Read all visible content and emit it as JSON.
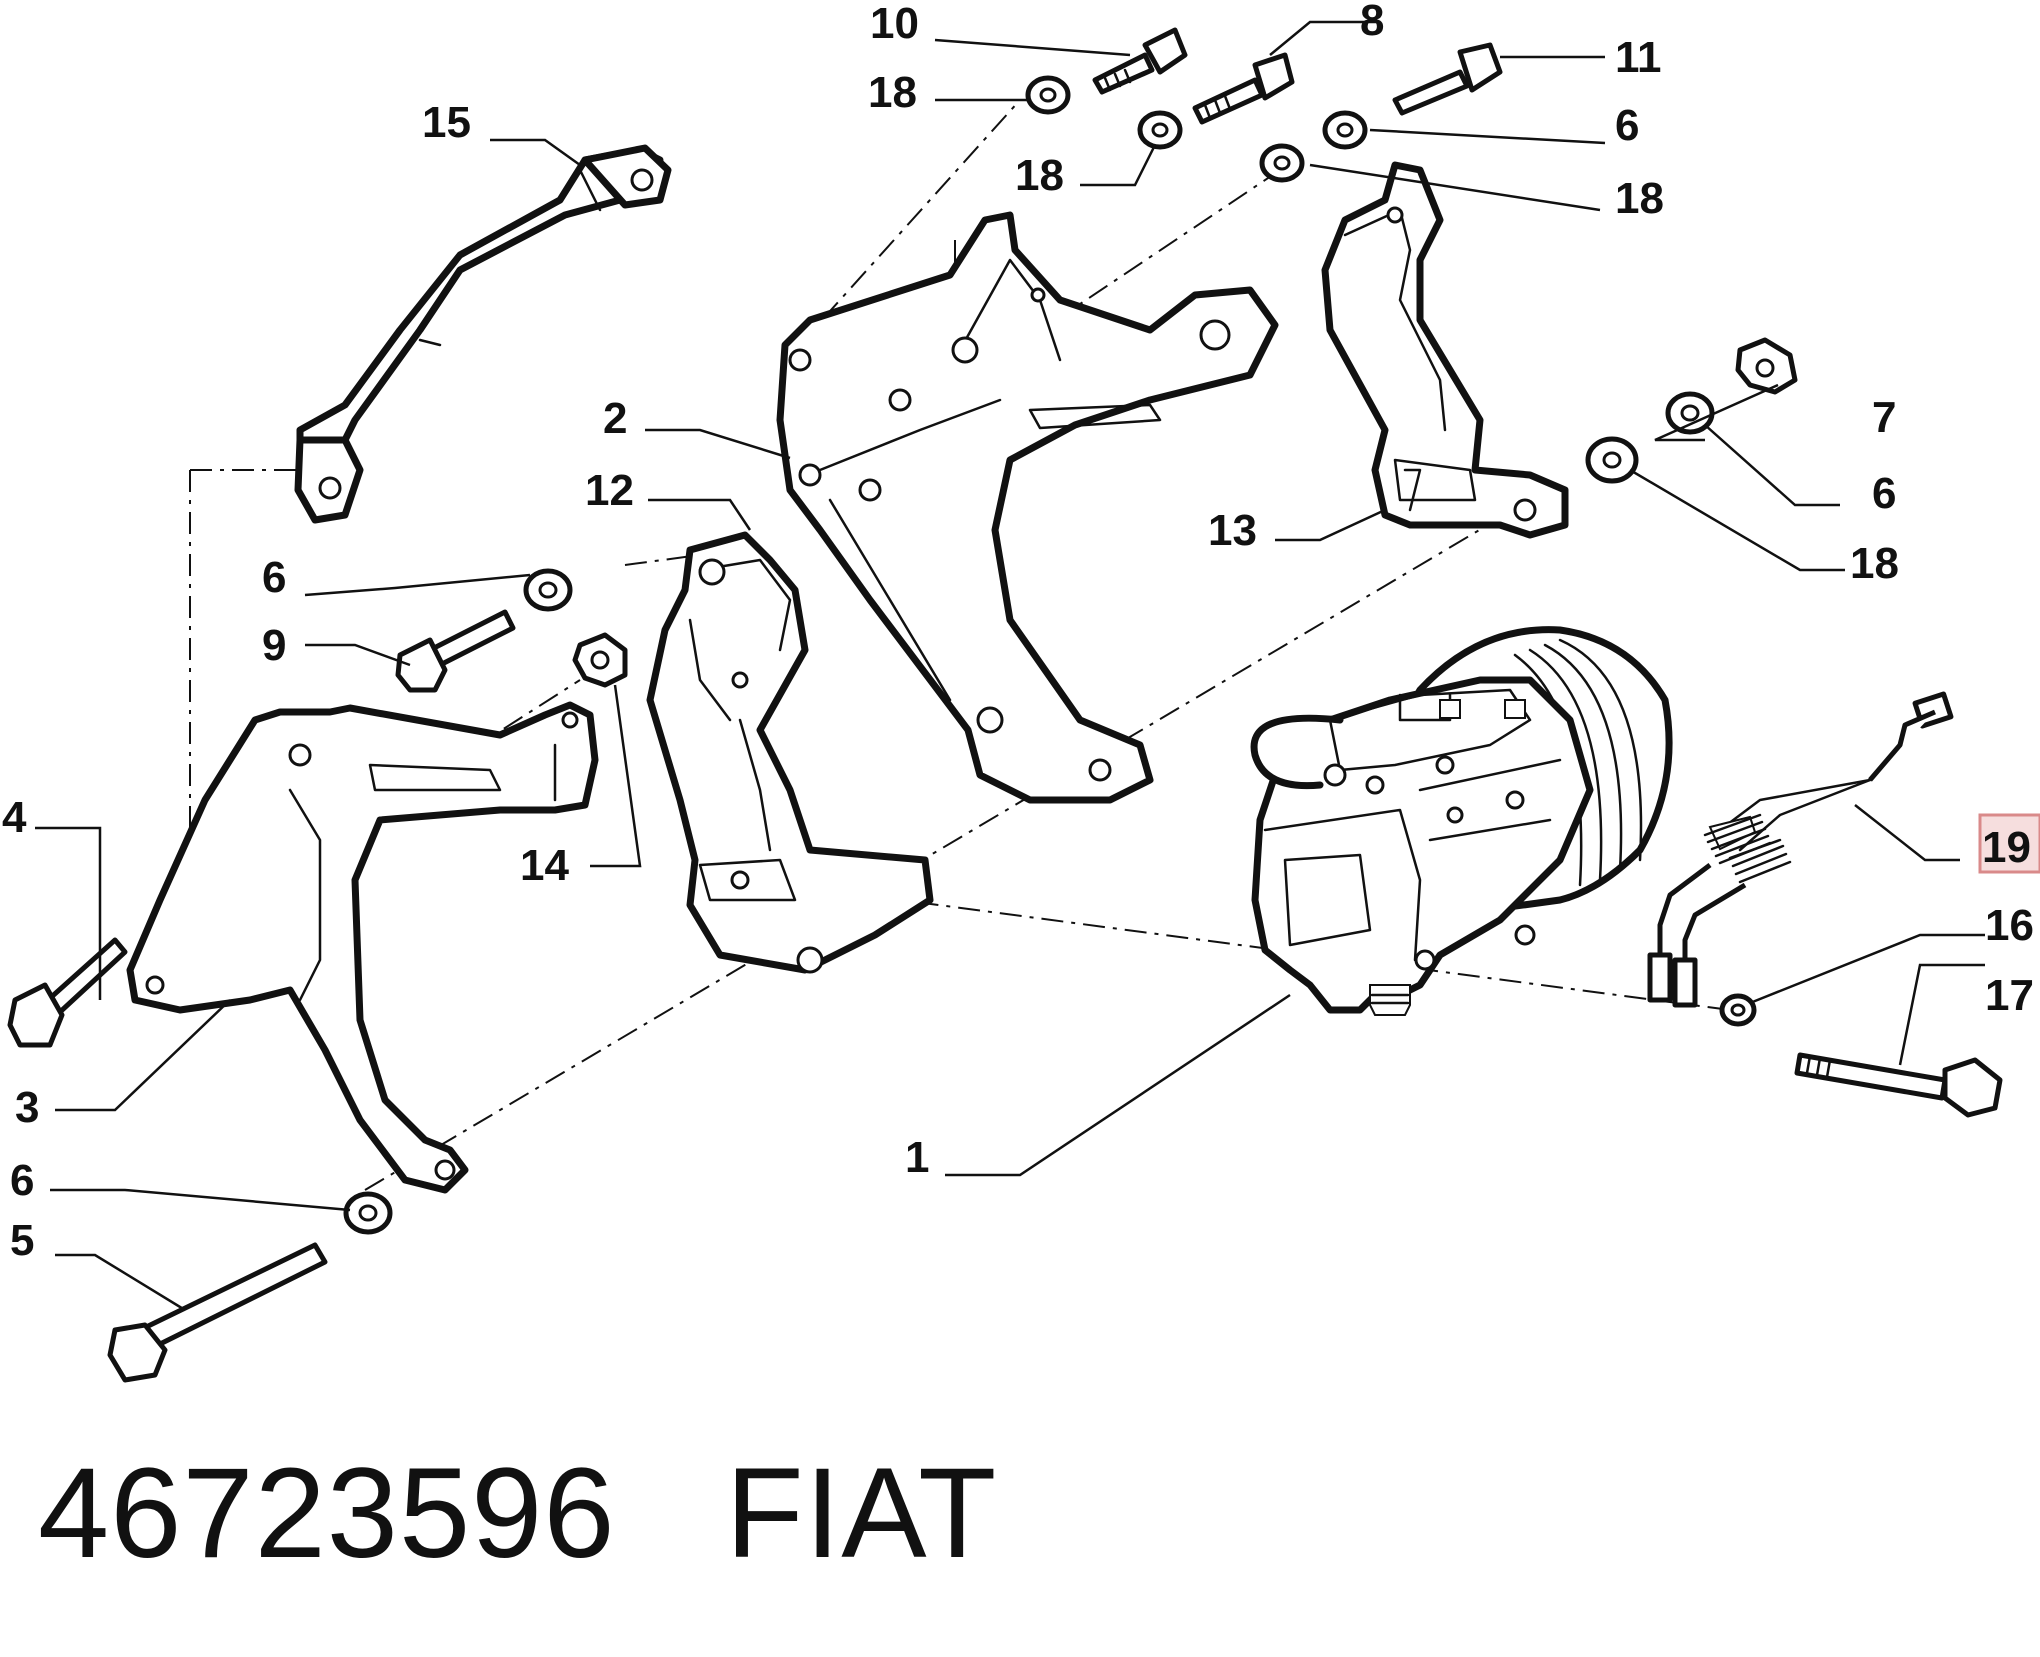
{
  "callouts": {
    "c1": "1",
    "c2": "2",
    "c3": "3",
    "c4": "4",
    "c5": "5",
    "c6a": "6",
    "c6b": "6",
    "c6c": "6",
    "c6d": "6",
    "c7": "7",
    "c8": "8",
    "c9": "9",
    "c10": "10",
    "c11": "11",
    "c12": "12",
    "c13": "13",
    "c14": "14",
    "c15": "15",
    "c16": "16",
    "c17": "17",
    "c18a": "18",
    "c18b": "18",
    "c18c": "18",
    "c18d": "18",
    "c19": "19"
  },
  "highlighted_callout": "19",
  "highlight_color": "#f6dede",
  "footer": {
    "part_number": "46723596",
    "brand": "FIAT"
  }
}
